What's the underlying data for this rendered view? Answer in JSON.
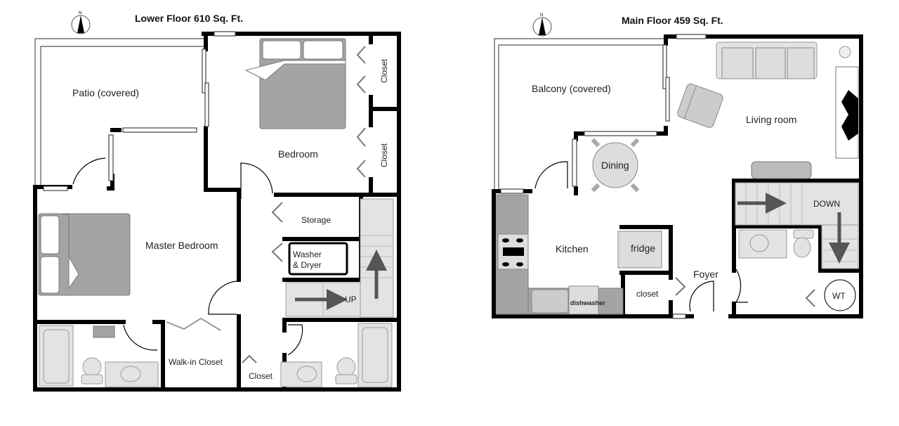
{
  "lower_floor": {
    "title": "Lower Floor   610 Sq. Ft.",
    "compass_letter": "N",
    "rooms": {
      "patio": "Patio (covered)",
      "bedroom": "Bedroom",
      "closet_top": "Closet",
      "closet_mid": "Closet",
      "storage": "Storage",
      "washer_line1": "Washer",
      "washer_line2": "& Dryer",
      "master_bedroom": "Master Bedroom",
      "walkin_closet": "Walk-in Closet",
      "closet_bottom": "Closet",
      "stairs_up": "UP"
    }
  },
  "main_floor": {
    "title": "Main Floor   459 Sq. Ft.",
    "compass_letter": "N",
    "rooms": {
      "balcony": "Balcony (covered)",
      "living_room": "Living room",
      "dining": "Dining",
      "kitchen": "Kitchen",
      "fridge": "fridge",
      "closet": "closet",
      "foyer": "Foyer",
      "dishwasher": "dishwasher",
      "stairs_down": "DOWN",
      "water_tank": "WT"
    }
  }
}
